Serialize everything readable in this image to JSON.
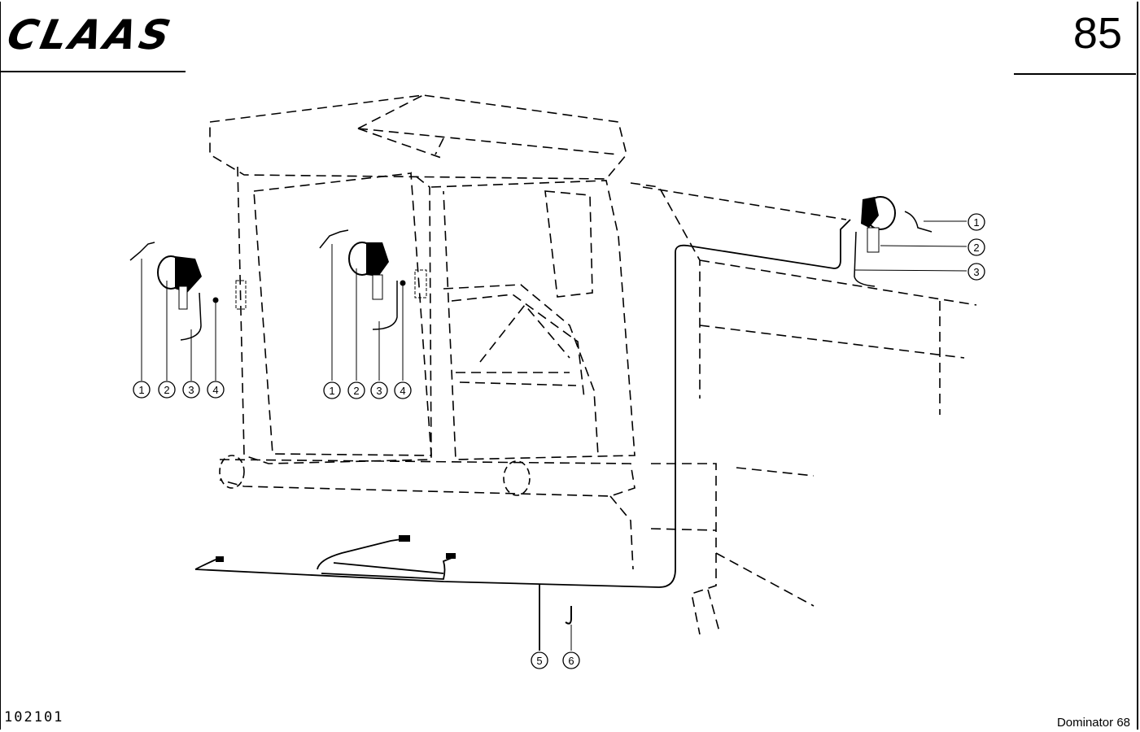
{
  "header": {
    "brand": "CLAAS",
    "page_number": "85"
  },
  "footer": {
    "document_id": "102101",
    "model": "Dominator 68"
  },
  "diagram": {
    "groups": [
      {
        "name": "left-work-light",
        "callouts": [
          "1",
          "2",
          "3",
          "4"
        ]
      },
      {
        "name": "center-work-light",
        "callouts": [
          "1",
          "2",
          "3",
          "4"
        ]
      },
      {
        "name": "right-work-light",
        "callouts": [
          "1",
          "2",
          "3"
        ]
      },
      {
        "name": "harness",
        "callouts": [
          "5",
          "6"
        ]
      }
    ]
  }
}
